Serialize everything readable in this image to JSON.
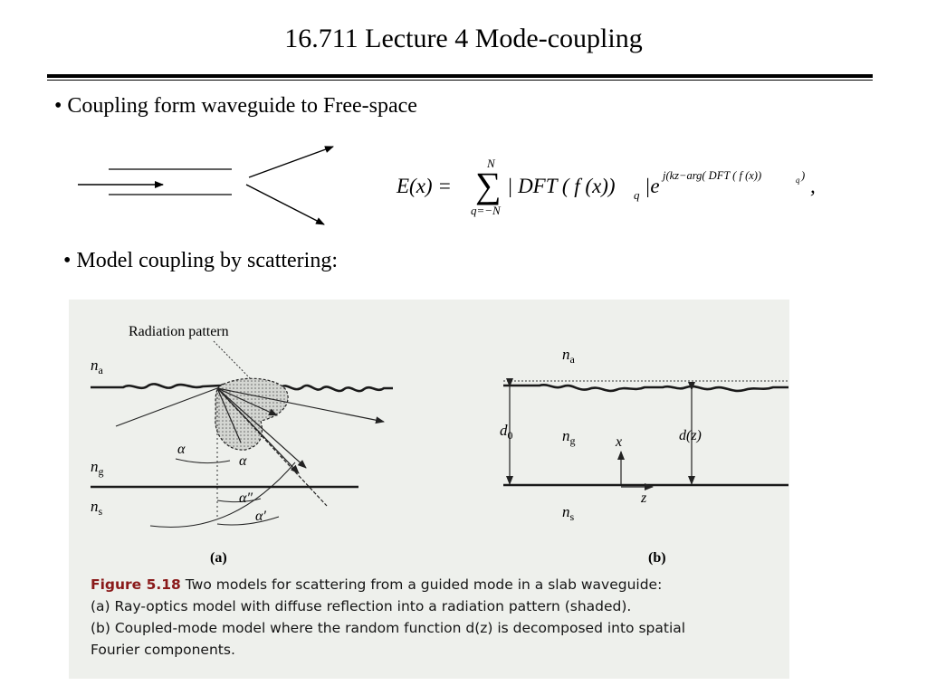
{
  "slide": {
    "title": "16.711 Lecture 4 Mode-coupling",
    "bullet1": "• Coupling form waveguide to Free-space",
    "bullet2": "• Model coupling by scattering:"
  },
  "equation": {
    "lhs": "E(x) =",
    "sum_upper": "N",
    "sum_lower": "q=−N",
    "body": "| DFT ( f (x))",
    "body_sub": "q",
    "exp_base": "|e",
    "exponent": "j(kz−arg( DFT ( f (x))",
    "exponent_sub": "q",
    "trail": ","
  },
  "figure": {
    "left_labels": {
      "radiation": "Radiation pattern",
      "na": "n",
      "na_sub": "a",
      "ng": "n",
      "ng_sub": "g",
      "ns": "n",
      "ns_sub": "s",
      "alpha1": "α",
      "alpha2": "α",
      "alpha_dd": "α″",
      "alpha_d": "α′",
      "panel": "(a)"
    },
    "right_labels": {
      "na": "n",
      "na_sub": "a",
      "ng": "n",
      "ng_sub": "g",
      "ns": "n",
      "ns_sub": "s",
      "d0": "d",
      "d0_sub": "0",
      "x": "x",
      "dz": "d(z)",
      "z": "z",
      "panel": "(b)"
    },
    "caption": {
      "number": "Figure 5.18",
      "line1": "Two models for scattering from a guided mode in a slab waveguide:",
      "line2": "(a) Ray-optics model with diffuse reflection into a radiation pattern (shaded).",
      "line3": "(b) Coupled-mode model where the random function d(z) is decomposed into spatial",
      "line4": "Fourier components."
    }
  }
}
